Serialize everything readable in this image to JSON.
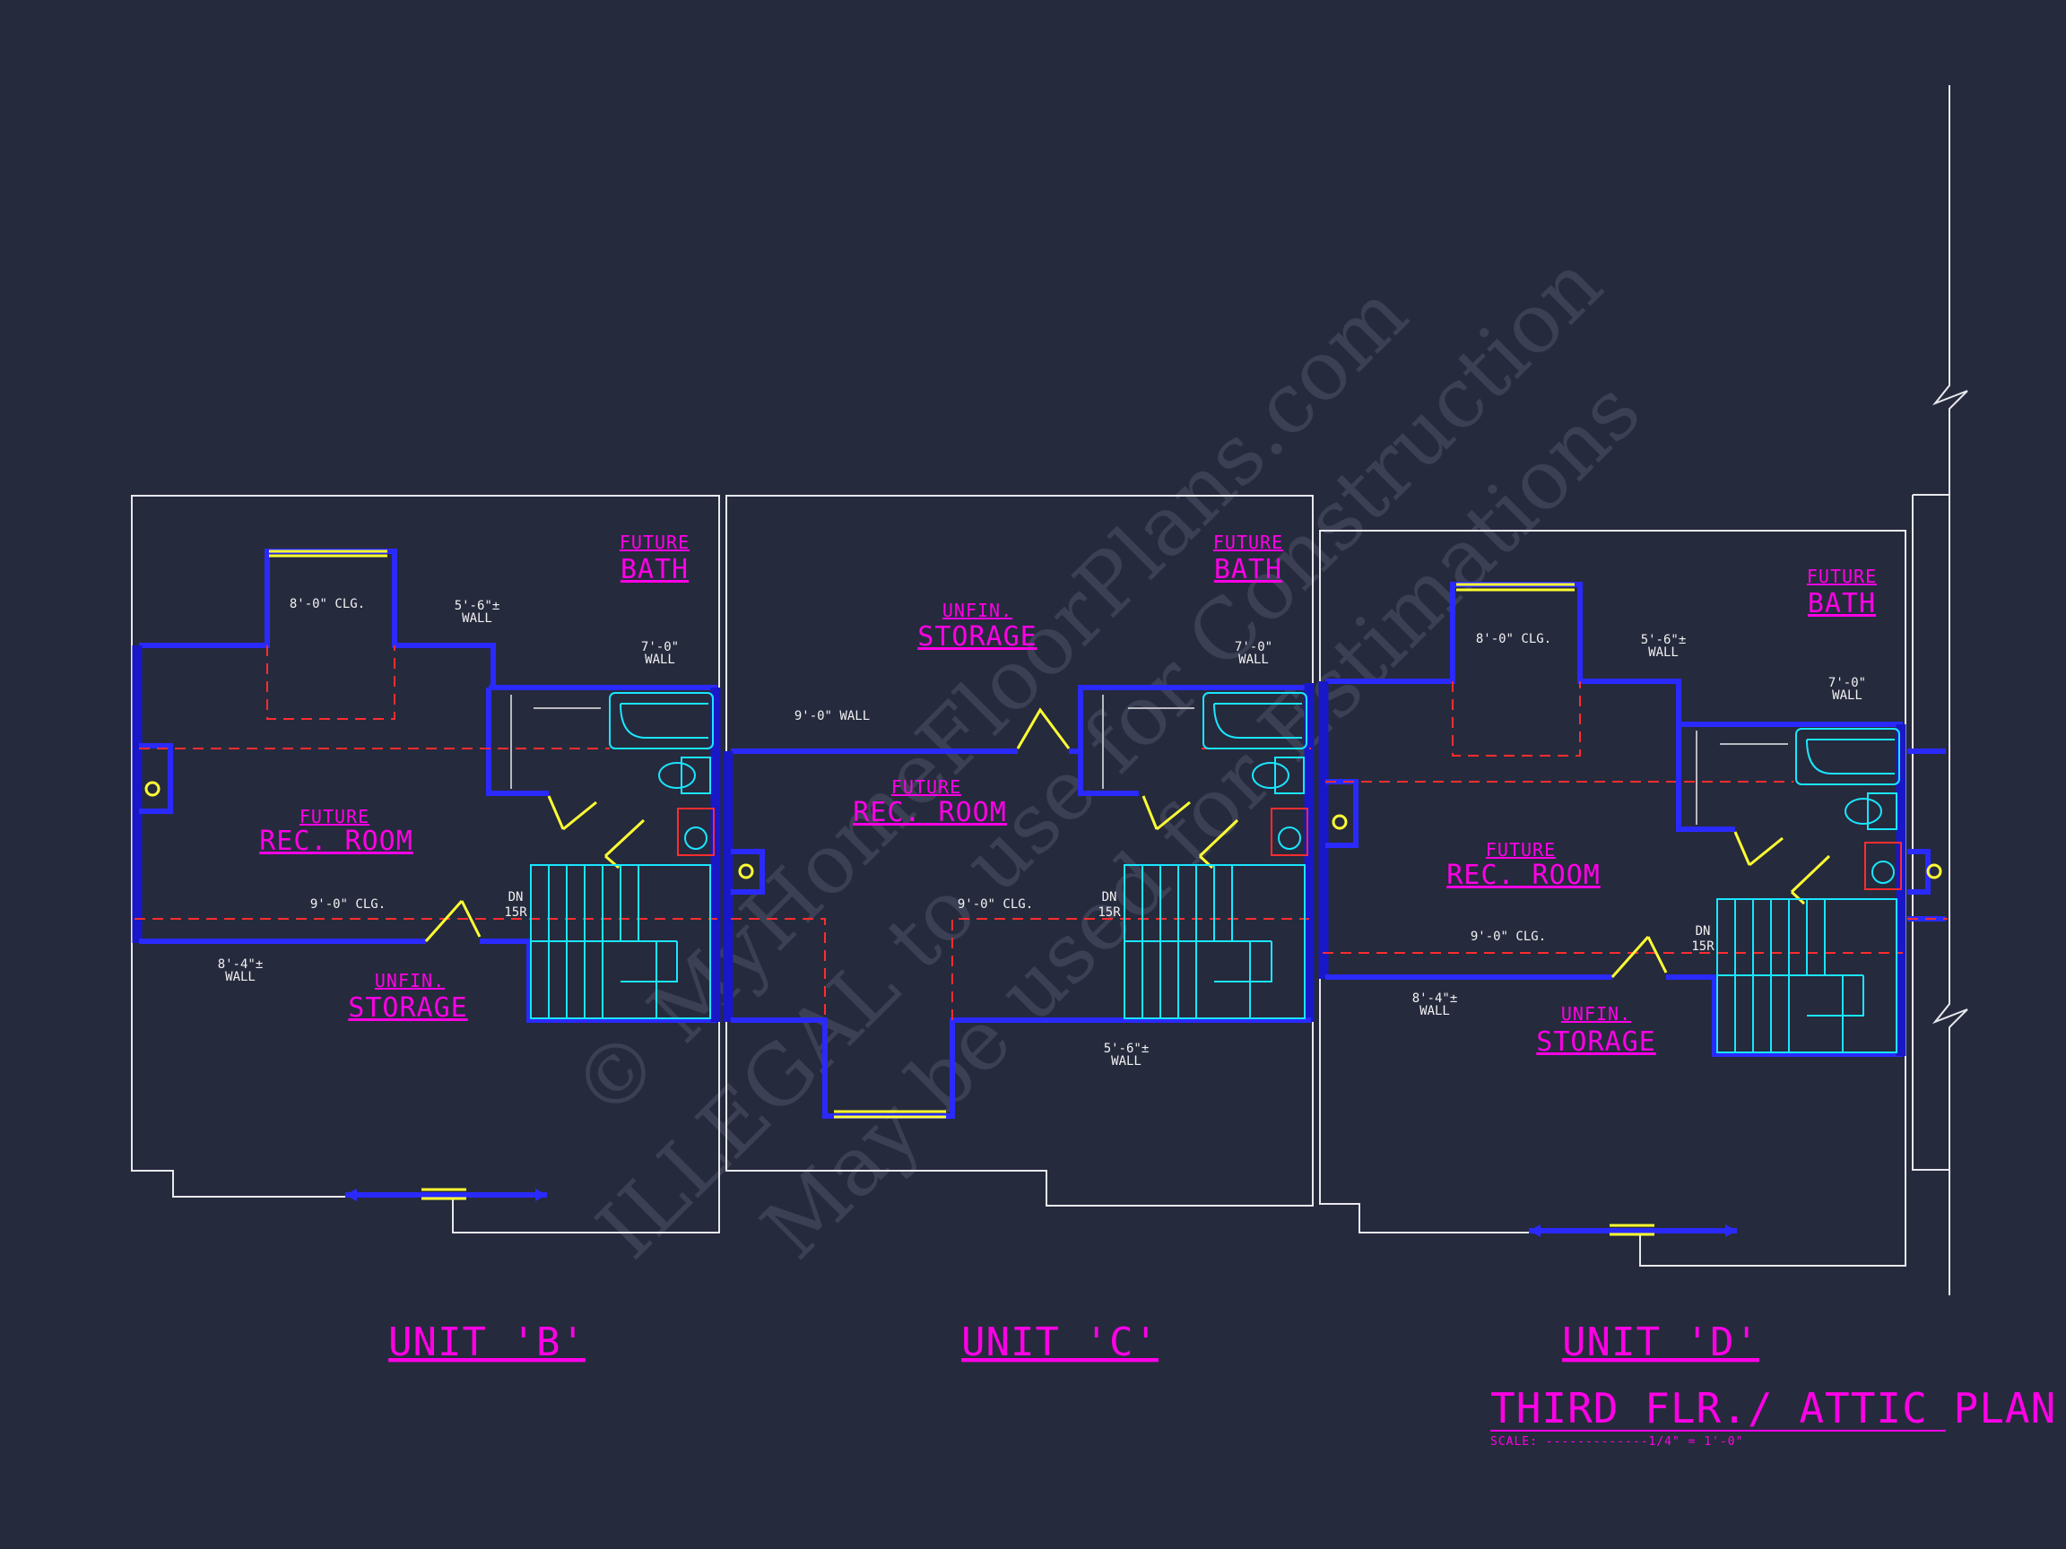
{
  "watermark": {
    "line1": "© MyHomeFloorPlans.com",
    "line2": "ILLEGAL to use for Construction",
    "line3": "May be used for Estimations"
  },
  "units": [
    {
      "id": "b",
      "label": "UNIT 'B'",
      "future_bath": [
        "FUTURE",
        "BATH"
      ],
      "rec_room": [
        "FUTURE",
        "REC. ROOM"
      ],
      "storage": [
        "UNFIN.",
        "STORAGE"
      ],
      "top_clg": "8'-0\" CLG.",
      "wall_a": [
        "5'-6\"±",
        "WALL"
      ],
      "wall_b": [
        "7'-0\"",
        "WALL"
      ],
      "mid_clg": "9'-0\" CLG.",
      "low_wall": [
        "8'-4\"±",
        "WALL"
      ],
      "stair": [
        "DN",
        "15R"
      ]
    },
    {
      "id": "c",
      "label": "UNIT 'C'",
      "future_bath": [
        "FUTURE",
        "BATH"
      ],
      "rec_room": [
        "FUTURE",
        "REC. ROOM"
      ],
      "storage": [
        "UNFIN.",
        "STORAGE"
      ],
      "top_clg": "9'-0\" WALL",
      "wall_b": [
        "7'-0\"",
        "WALL"
      ],
      "mid_clg": "9'-0\" CLG.",
      "low_wall": [
        "5'-6\"±",
        "WALL"
      ],
      "stair": [
        "DN",
        "15R"
      ]
    },
    {
      "id": "d",
      "label": "UNIT 'D'",
      "future_bath": [
        "FUTURE",
        "BATH"
      ],
      "rec_room": [
        "FUTURE",
        "REC. ROOM"
      ],
      "storage": [
        "UNFIN.",
        "STORAGE"
      ],
      "top_clg": "8'-0\" CLG.",
      "wall_a": [
        "5'-6\"±",
        "WALL"
      ],
      "wall_b": [
        "7'-0\"",
        "WALL"
      ],
      "mid_clg": "9'-0\" CLG.",
      "low_wall": [
        "8'-4\"±",
        "WALL"
      ],
      "stair": [
        "DN",
        "15R"
      ]
    }
  ],
  "title_block": {
    "title": "THIRD FLR./ ATTIC PLAN",
    "scale": "SCALE: -------------1/4\" = 1'-0\""
  },
  "colors": {
    "background": "#262a3d",
    "label": "#ff00e6",
    "wall": "#2a2aff",
    "fixture": "#19e6ff",
    "door": "#ffff33",
    "hidden_line": "#ff2d2d"
  }
}
